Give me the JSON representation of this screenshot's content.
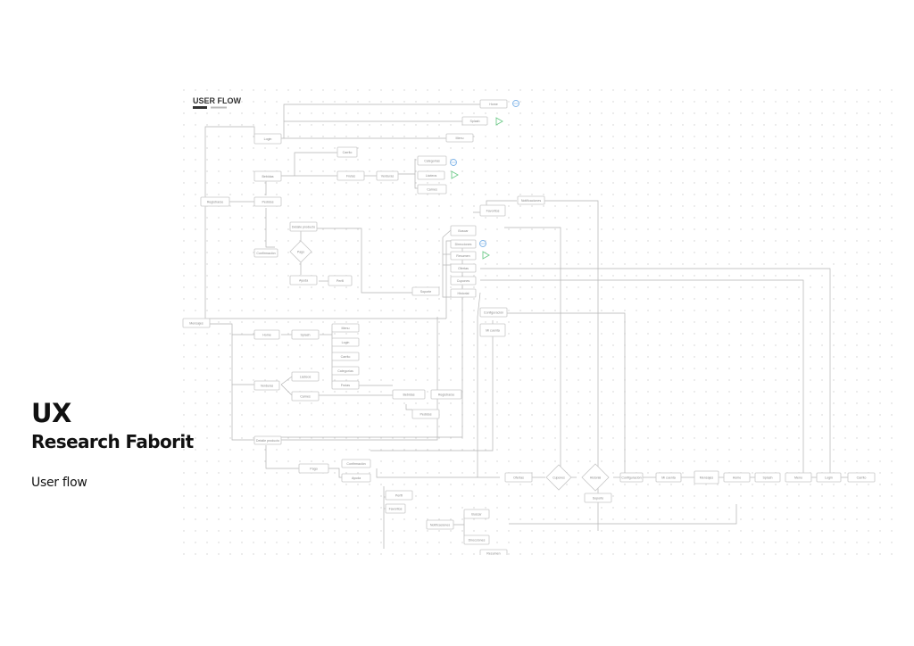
{
  "heading": {
    "title": "UX",
    "subtitle": "Research Faborit",
    "caption": "User flow"
  },
  "diagram": {
    "title": "USER FLOW",
    "colors": {
      "line": "#b4b4b4",
      "box": "#c8c8c8",
      "text": "#888888",
      "dots": "#cfcfcf",
      "accent_blue": "#7fb4e8",
      "accent_green": "#6ecb8a"
    },
    "nodes": [
      "Home",
      "Splash",
      "Menu",
      "Login",
      "Carrito",
      "Categorías",
      "Frutas",
      "Verduras",
      "Lácteos",
      "Carnes",
      "Bebidas",
      "Registrarse",
      "Pedidos",
      "Detalle producto",
      "Pago",
      "Confirmación",
      "Ayuda",
      "Perfil",
      "Favoritos",
      "Notificaciones",
      "Buscar",
      "Direcciones",
      "Resumen",
      "Ofertas",
      "Cupones",
      "Historial",
      "Soporte",
      "Configuración",
      "Mi cuenta",
      "Mensajes"
    ]
  }
}
